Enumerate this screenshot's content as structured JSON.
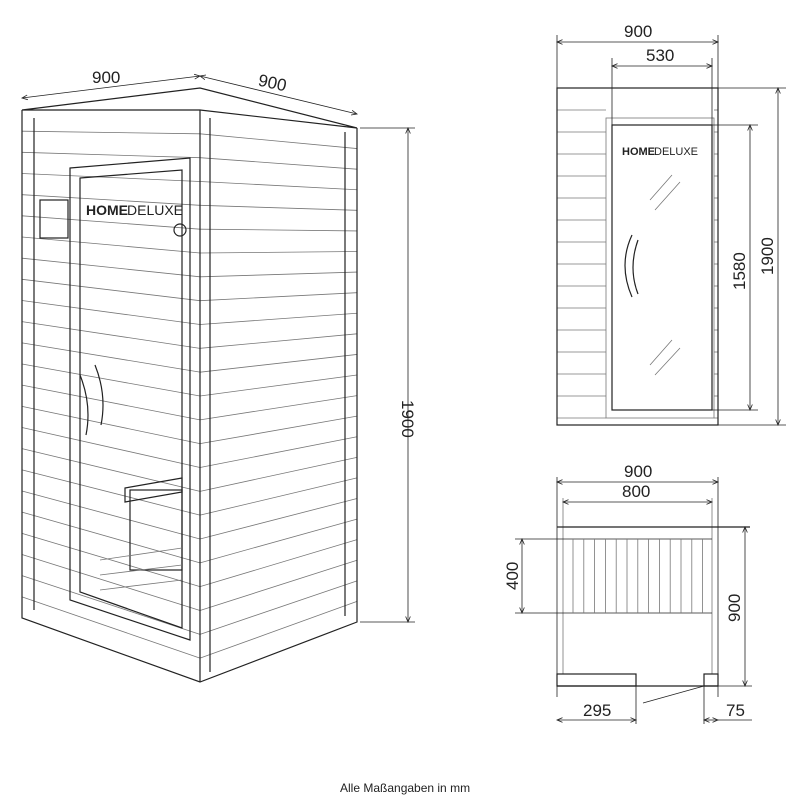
{
  "title": "Sauna dimension drawing",
  "brand": {
    "bold": "HOME",
    "light": "DELUXE"
  },
  "perspective": {
    "width_left": "900",
    "width_right": "900",
    "height": "1900"
  },
  "front_view": {
    "width": "900",
    "door_width": "530",
    "door_height": "1580",
    "height": "1900"
  },
  "plan_view": {
    "width": "900",
    "bench_width": "800",
    "bench_depth": "400",
    "depth": "900",
    "left_wall": "295",
    "right_wall": "75"
  },
  "footer": "Alle Maßangaben in mm"
}
